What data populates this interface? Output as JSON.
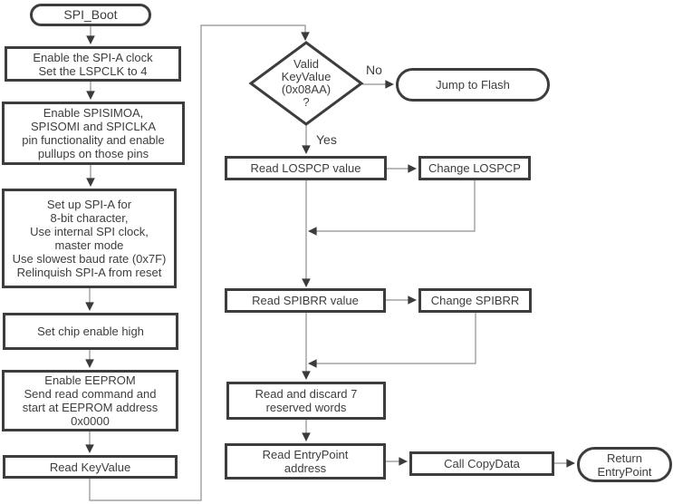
{
  "colors": {
    "background": "#ffffff",
    "node_border": "#3d3d3d",
    "connector": "#8f8f8f",
    "arrowhead": "#3b3b3b",
    "text": "#3d3d3d"
  },
  "nodes": {
    "spi_boot": {
      "label": "SPI_Boot",
      "type": "terminal"
    },
    "enable_clock": {
      "label": "Enable the SPI-A clock\nSet the LSPCLK to 4",
      "type": "process"
    },
    "enable_pins": {
      "label": "Enable SPISIMOA,\nSPISOMI and SPICLKA\npin functionality and enable\npullups on those pins",
      "type": "process"
    },
    "setup_spia": {
      "label": "Set up SPI-A for\n8-bit character,\nUse internal SPI clock,\nmaster mode\nUse slowest baud rate (0x7F)\nRelinquish SPI-A from reset",
      "type": "process"
    },
    "set_chip_enable": {
      "label": "Set chip enable high",
      "type": "process"
    },
    "enable_eeprom": {
      "label": "Enable EEPROM\nSend read command and\nstart at EEPROM address\n0x0000",
      "type": "process"
    },
    "read_keyvalue": {
      "label": "Read KeyValue",
      "type": "process"
    },
    "valid_keyvalue": {
      "label": "Valid\nKeyValue\n(0x08AA)\n?",
      "type": "decision"
    },
    "jump_to_flash": {
      "label": "Jump to Flash",
      "type": "terminal"
    },
    "read_lospcp": {
      "label": "Read LOSPCP value",
      "type": "process"
    },
    "change_lospcp": {
      "label": "Change LOSPCP",
      "type": "process"
    },
    "read_spibrr": {
      "label": "Read SPIBRR value",
      "type": "process"
    },
    "change_spibrr": {
      "label": "Change SPIBRR",
      "type": "process"
    },
    "read_discard": {
      "label": "Read and discard 7\nreserved words",
      "type": "process"
    },
    "read_entrypoint": {
      "label": "Read EntryPoint\naddress",
      "type": "process"
    },
    "call_copydata": {
      "label": "Call CopyData",
      "type": "process"
    },
    "return_entrypoint": {
      "label": "Return\nEntryPoint",
      "type": "terminal"
    }
  },
  "labels": {
    "no": "No",
    "yes": "Yes"
  },
  "edges": [
    {
      "from": "spi_boot",
      "to": "enable_clock"
    },
    {
      "from": "enable_clock",
      "to": "enable_pins"
    },
    {
      "from": "enable_pins",
      "to": "setup_spia"
    },
    {
      "from": "setup_spia",
      "to": "set_chip_enable"
    },
    {
      "from": "set_chip_enable",
      "to": "enable_eeprom"
    },
    {
      "from": "enable_eeprom",
      "to": "read_keyvalue"
    },
    {
      "from": "read_keyvalue",
      "to": "valid_keyvalue"
    },
    {
      "from": "valid_keyvalue",
      "to": "jump_to_flash",
      "label": "No"
    },
    {
      "from": "valid_keyvalue",
      "to": "read_lospcp",
      "label": "Yes"
    },
    {
      "from": "read_lospcp",
      "to": "change_lospcp"
    },
    {
      "from": "change_lospcp",
      "to": "read_spibrr"
    },
    {
      "from": "read_lospcp",
      "to": "read_spibrr"
    },
    {
      "from": "read_spibrr",
      "to": "change_spibrr"
    },
    {
      "from": "change_spibrr",
      "to": "read_discard"
    },
    {
      "from": "read_spibrr",
      "to": "read_discard"
    },
    {
      "from": "read_discard",
      "to": "read_entrypoint"
    },
    {
      "from": "read_entrypoint",
      "to": "call_copydata"
    },
    {
      "from": "call_copydata",
      "to": "return_entrypoint"
    }
  ]
}
